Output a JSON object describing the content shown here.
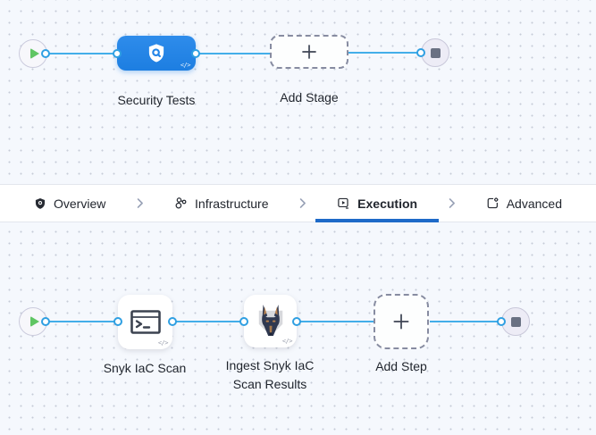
{
  "colors": {
    "canvas_bg": "#f5f8fd",
    "grid_dot": "#c6cbd8",
    "connector_line": "#43aee9",
    "stage_node_blue": "#2385e8",
    "active_tab_underline": "#1e6ac8",
    "start_play_green": "#5fc563",
    "end_stop_gray": "#6a7183"
  },
  "stage_graph": {
    "stage_label": "Security Tests",
    "add_stage_label": "Add Stage",
    "code_badge": "</>"
  },
  "tab_bar": {
    "tabs": [
      {
        "label": "Overview",
        "active": false
      },
      {
        "label": "Infrastructure",
        "active": false
      },
      {
        "label": "Execution",
        "active": true
      },
      {
        "label": "Advanced",
        "active": false
      }
    ]
  },
  "step_graph": {
    "steps": [
      {
        "label": "Snyk IaC Scan",
        "code_badge": "</>"
      },
      {
        "label": "Ingest Snyk IaC Scan Results",
        "code_badge": "</>"
      }
    ],
    "add_step_label": "Add Step"
  }
}
